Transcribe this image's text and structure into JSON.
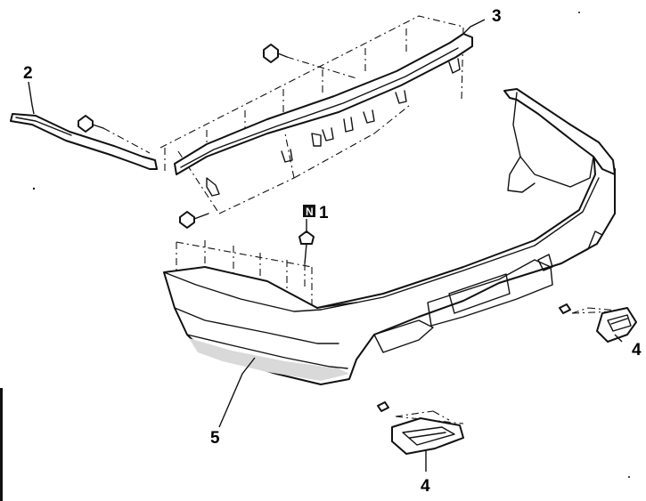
{
  "diagram": {
    "callouts": {
      "c1": "1",
      "c2": "2",
      "c3": "3",
      "c4_right": "4",
      "c4_bottom": "4",
      "c5": "5"
    },
    "symbol_n": "N"
  }
}
